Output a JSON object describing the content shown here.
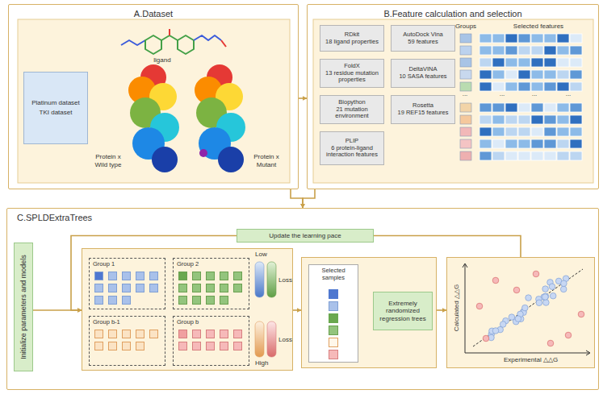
{
  "diagram": {
    "nodes": [
      {
        "text": [
          "A.Dataset"
        ]
      },
      {
        "text": [
          "Platinum dataset",
          "TKI dataset"
        ],
        "in": 0
      },
      {
        "text": [
          "B.Feature calculation and selection"
        ]
      },
      {
        "text": [
          "RDkit",
          "18 ligand properties"
        ],
        "in": 2
      },
      {
        "text": [
          "FoldX",
          "13 residue mutation properties"
        ],
        "in": 2
      },
      {
        "text": [
          "Biopython",
          "21 mutation environment"
        ],
        "in": 2
      },
      {
        "text": [
          "PLIP",
          "6 protein-ligand interaction features"
        ],
        "in": 2
      },
      {
        "text": [
          "AutoDock Vina",
          "59 features"
        ],
        "in": 2
      },
      {
        "text": [
          "DeltaVINA",
          "10 SASA features"
        ],
        "in": 2
      },
      {
        "text": [
          "Rosetta",
          "19 REF15 features"
        ],
        "in": 2
      },
      {
        "text": [
          "C.SPLDExtraTrees"
        ]
      },
      {
        "text": [
          "Initialize parameters and models"
        ],
        "in": 10
      },
      {
        "text": [
          "Update the learning pace"
        ],
        "in": 10
      },
      {
        "text": [
          "Low",
          "Loss",
          "Loss",
          "High"
        ],
        "in": 10
      },
      {
        "text": [
          "Group 1"
        ],
        "in": 13
      },
      {
        "text": [
          "Group 2"
        ],
        "in": 13
      },
      {
        "text": [
          "Group b-1"
        ],
        "in": 13
      },
      {
        "text": [
          "Group b"
        ],
        "in": 13
      },
      {
        "text": [],
        "in": 10
      },
      {
        "text": [
          "Selected samples"
        ],
        "in": 18
      },
      {
        "text": [
          "Extremely randomized regression trees"
        ],
        "in": 18
      },
      {
        "text": [
          "Calculated △△G",
          "Experimental △△G"
        ],
        "in": 10
      }
    ],
    "edges": [
      {
        "from": 0,
        "to": 2,
        "arrow": "to"
      },
      {
        "from": 0,
        "to": 10,
        "arrow": "to"
      },
      {
        "from": 2,
        "to": 10,
        "arrow": "to"
      },
      {
        "from": 11,
        "to": 13,
        "arrow": "to"
      },
      {
        "from": 13,
        "to": 18,
        "arrow": "to"
      },
      {
        "from": 19,
        "to": 20,
        "arrow": "to"
      },
      {
        "from": 18,
        "to": 21,
        "arrow": "to"
      },
      {
        "from": 21,
        "to": 12,
        "arrow": "none"
      },
      {
        "from": 12,
        "to": 13,
        "arrow": "to"
      }
    ],
    "labels": [
      "ligand",
      "Protein x Wild type",
      "Protein x Mutant",
      "Groups",
      "Selected features",
      "...",
      "...",
      "...",
      "..."
    ]
  }
}
